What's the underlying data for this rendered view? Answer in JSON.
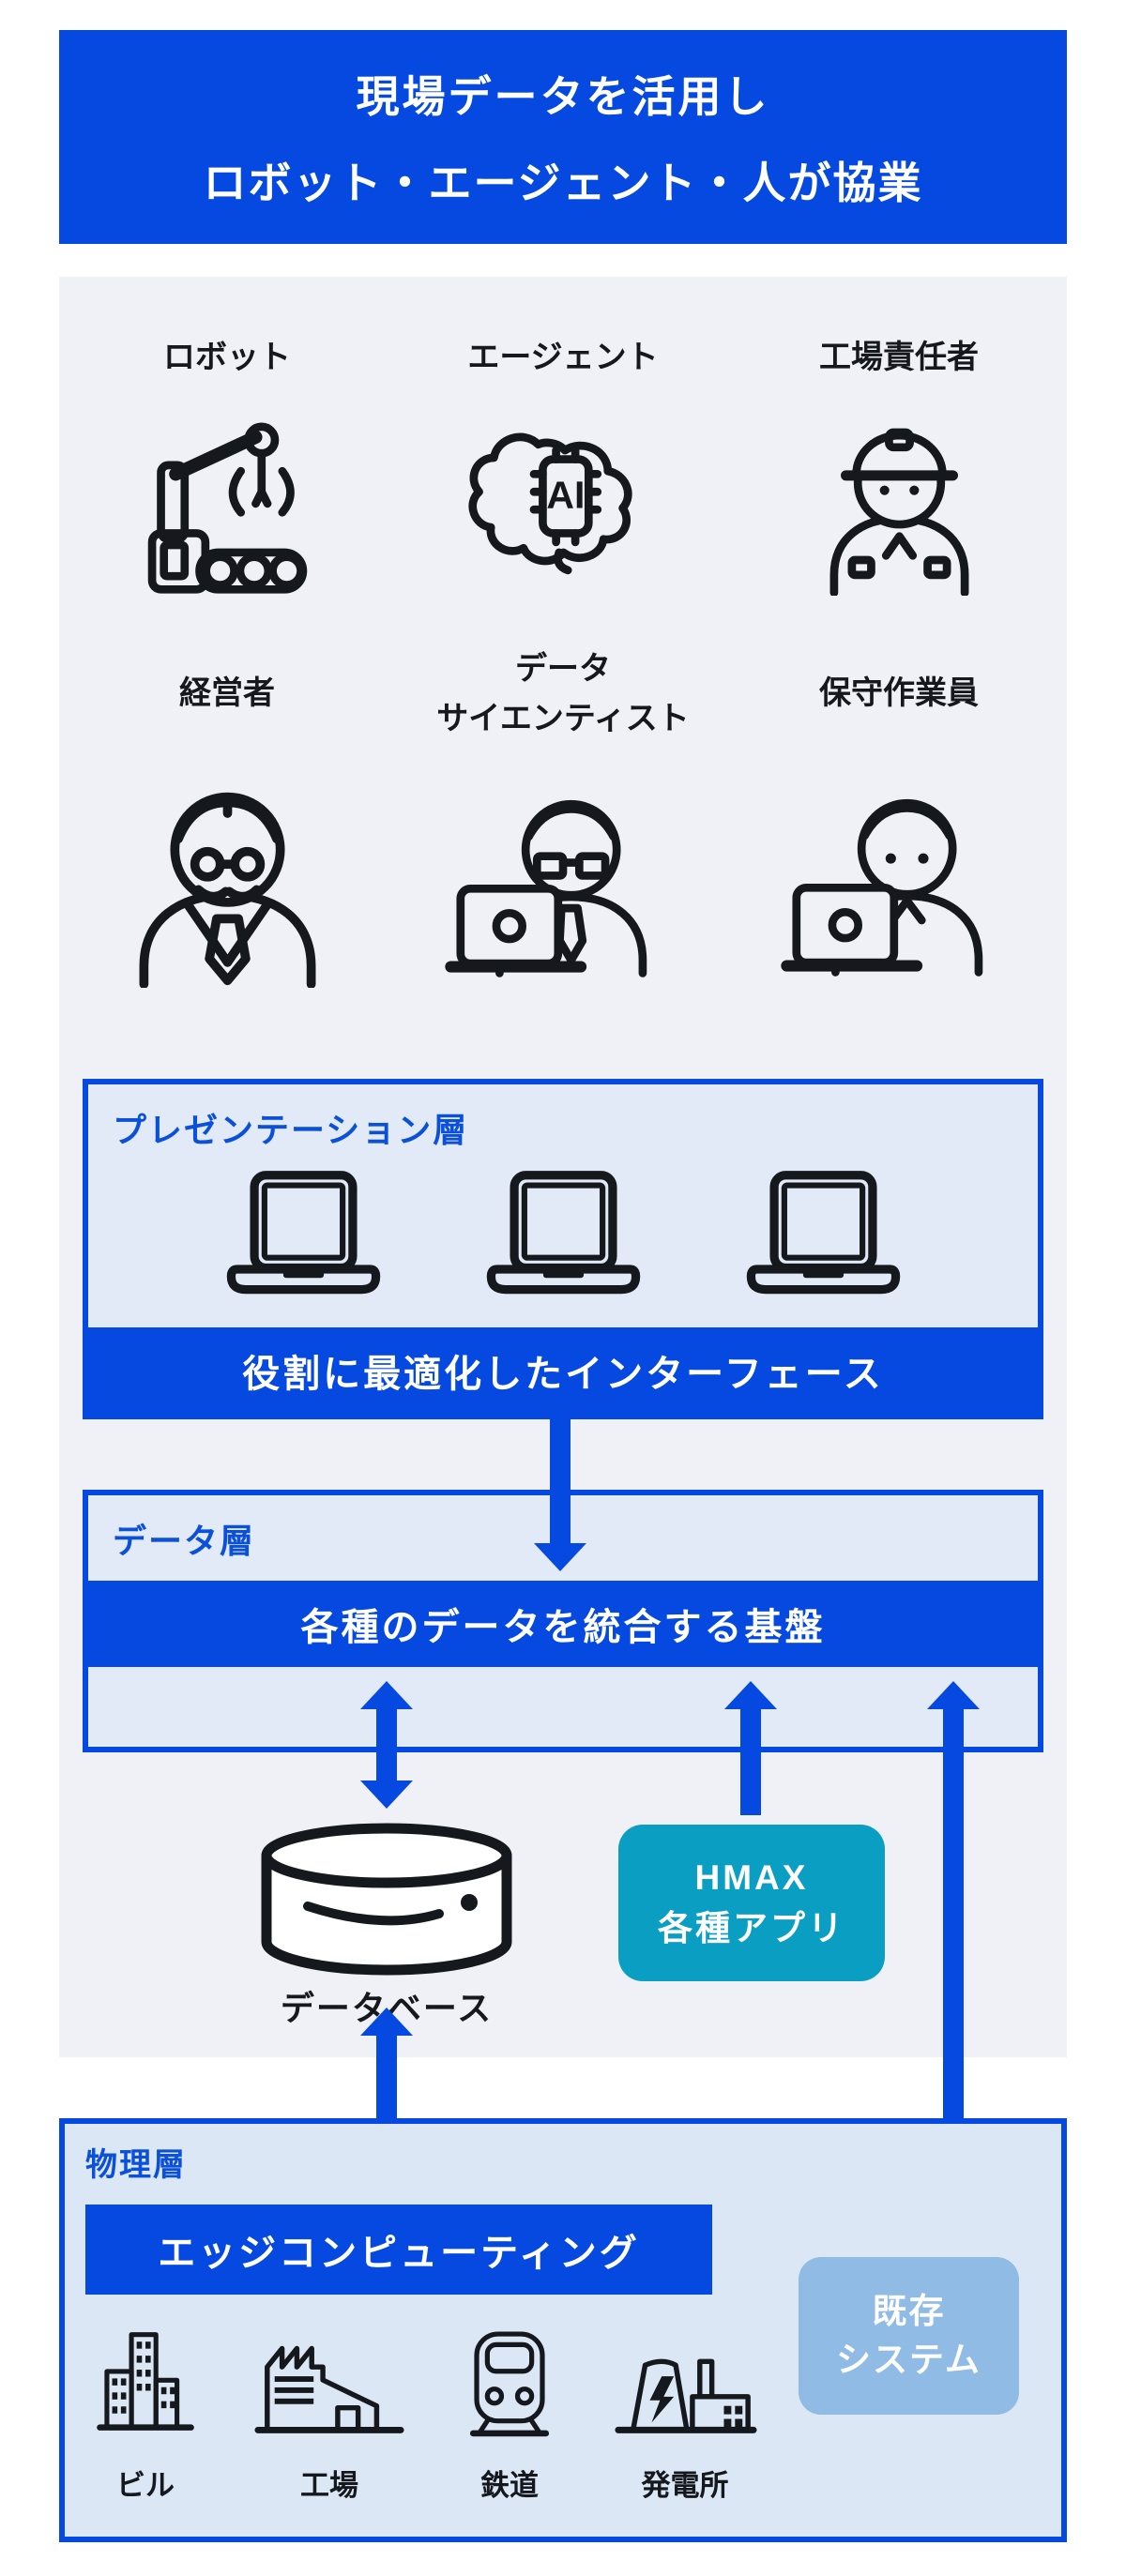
{
  "header": {
    "line1": "現場データを活用し",
    "line2": "ロボット・エージェント・人が協業"
  },
  "personas": [
    {
      "label": "ロボット",
      "icon": "robot-arm-icon"
    },
    {
      "label": "エージェント",
      "icon": "ai-brain-chip-icon"
    },
    {
      "label": "工場責任者",
      "icon": "helmet-worker-icon"
    },
    {
      "label": "経営者",
      "icon": "executive-icon"
    },
    {
      "label": "データ",
      "label2": "サイエンティスト",
      "icon": "data-scientist-icon"
    },
    {
      "label": "保守作業員",
      "icon": "maintenance-worker-icon"
    }
  ],
  "presentation_layer": {
    "title": "プレゼンテーション層",
    "banner": "役割に最適化したインターフェース",
    "laptop_icons": 3
  },
  "data_layer": {
    "title": "データ層",
    "banner": "各種のデータを統合する基盤"
  },
  "integration": {
    "database_label": "データベース",
    "hmax_app": {
      "line1": "HMAX",
      "line2": "各種アプリ"
    }
  },
  "physical_layer": {
    "title": "物理層",
    "banner": "エッジコンピューティング",
    "sites": [
      {
        "label": "ビル",
        "icon": "building-icon"
      },
      {
        "label": "工場",
        "icon": "factory-icon"
      },
      {
        "label": "鉄道",
        "icon": "train-icon"
      },
      {
        "label": "発電所",
        "icon": "power-plant-icon"
      }
    ],
    "legacy_system": {
      "line1": "既存",
      "line2": "システム"
    }
  },
  "chip_label": "AI",
  "colors": {
    "accent-blue": "#0549E0",
    "title-blue": "#0B50D8",
    "panel-blue": "#E1EAF6",
    "physical-blue": "#DBE7F5",
    "canvas-gray": "#EFF1F6",
    "hmax-teal": "#0A9EC3",
    "legacy-blue": "#8FBBE4",
    "ink": "#15181D"
  }
}
